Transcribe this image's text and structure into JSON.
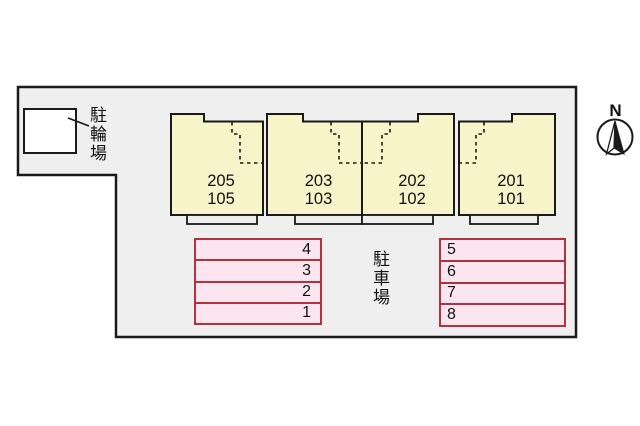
{
  "site_plan": {
    "bicycle_parking_label": "駐輪場",
    "parking_lot_label": "駐車場",
    "compass_north_label": "N",
    "building": {
      "units": [
        {
          "name": "unit-205-105",
          "upper": "205",
          "lower": "105"
        },
        {
          "name": "unit-203-103",
          "upper": "203",
          "lower": "103"
        },
        {
          "name": "unit-202-102",
          "upper": "202",
          "lower": "102"
        },
        {
          "name": "unit-201-101",
          "upper": "201",
          "lower": "101"
        }
      ]
    },
    "parking": {
      "left_block_rows": [
        "4",
        "3",
        "2",
        "1"
      ],
      "right_block_rows": [
        "5",
        "6",
        "7",
        "8"
      ]
    },
    "colors": {
      "site_fill": "#efefef",
      "unit_fill": "#f8f4ca",
      "parking_fill": "#fbe6ef",
      "parking_border": "#b23040",
      "outline": "#1a1a1a"
    }
  }
}
